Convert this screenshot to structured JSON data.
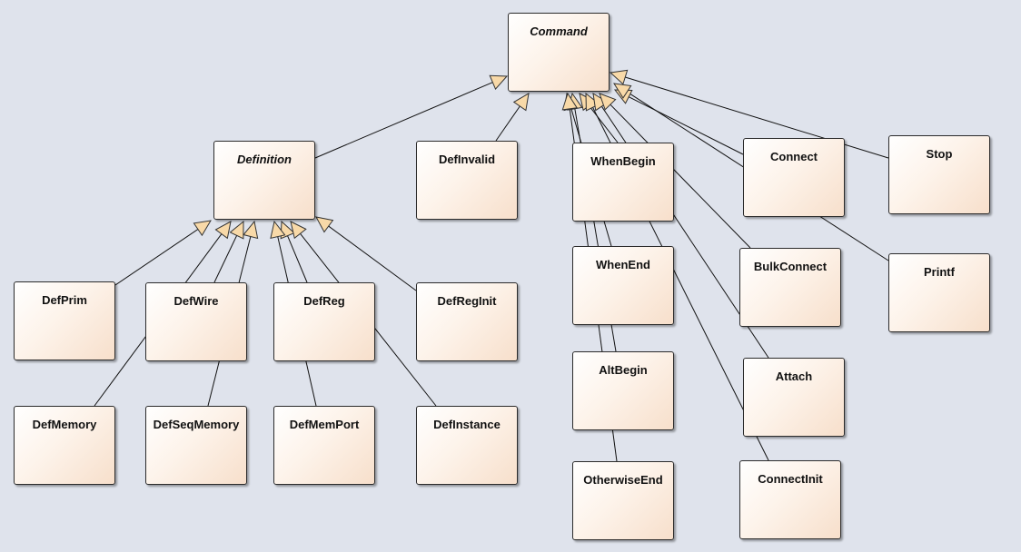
{
  "diagram": {
    "nodes": {
      "command": "Command",
      "definition": "Definition",
      "def_invalid": "DefInvalid",
      "when_begin": "WhenBegin",
      "connect": "Connect",
      "stop": "Stop",
      "def_prim": "DefPrim",
      "def_wire": "DefWire",
      "def_reg": "DefReg",
      "def_reg_init": "DefRegInit",
      "when_end": "WhenEnd",
      "bulk_connect": "BulkConnect",
      "printf": "Printf",
      "alt_begin": "AltBegin",
      "attach": "Attach",
      "def_memory": "DefMemory",
      "def_seq_memory": "DefSeqMemory",
      "def_mem_port": "DefMemPort",
      "def_instance": "DefInstance",
      "otherwise_end": "OtherwiseEnd",
      "connect_init": "ConnectInit"
    },
    "edges": [
      [
        "definition",
        "command"
      ],
      [
        "def_invalid",
        "command"
      ],
      [
        "when_begin",
        "command"
      ],
      [
        "when_end",
        "command"
      ],
      [
        "alt_begin",
        "command"
      ],
      [
        "otherwise_end",
        "command"
      ],
      [
        "connect_init",
        "command"
      ],
      [
        "attach",
        "command"
      ],
      [
        "bulk_connect",
        "command"
      ],
      [
        "connect",
        "command"
      ],
      [
        "printf",
        "command"
      ],
      [
        "stop",
        "command"
      ],
      [
        "def_prim",
        "definition"
      ],
      [
        "def_memory",
        "definition"
      ],
      [
        "def_wire",
        "definition"
      ],
      [
        "def_seq_memory",
        "definition"
      ],
      [
        "def_reg",
        "definition"
      ],
      [
        "def_mem_port",
        "definition"
      ],
      [
        "def_instance",
        "definition"
      ],
      [
        "def_reg_init",
        "definition"
      ]
    ]
  }
}
